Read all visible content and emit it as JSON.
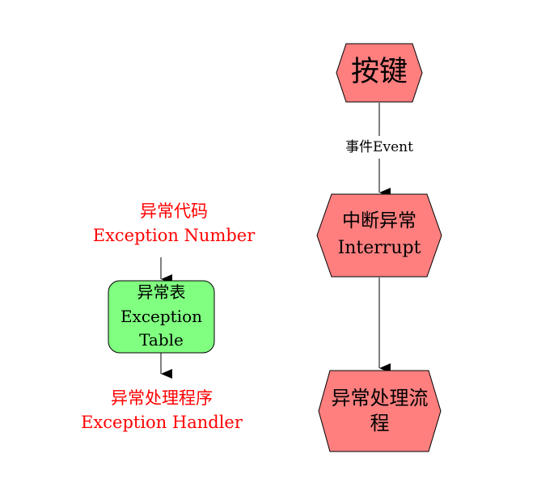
{
  "colors": {
    "hex_fill": "#ff7f7f",
    "table_fill": "#80ff80",
    "stroke": "#000000",
    "accent_text": "#ff0000"
  },
  "nodes": {
    "button": {
      "line1": "按键"
    },
    "interrupt": {
      "line1": "中断异常",
      "line2": "Interrupt"
    },
    "exception_flow": {
      "line1": "异常处理流",
      "line2": "程"
    },
    "exception_table": {
      "line1": "异常表",
      "line2": "Exception",
      "line3": "Table"
    }
  },
  "labels": {
    "event": "事件Event",
    "exception_number_cn": "异常代码",
    "exception_number_en": "Exception Number",
    "exception_handler_cn": "异常处理程序",
    "exception_handler_en": "Exception Handler"
  }
}
